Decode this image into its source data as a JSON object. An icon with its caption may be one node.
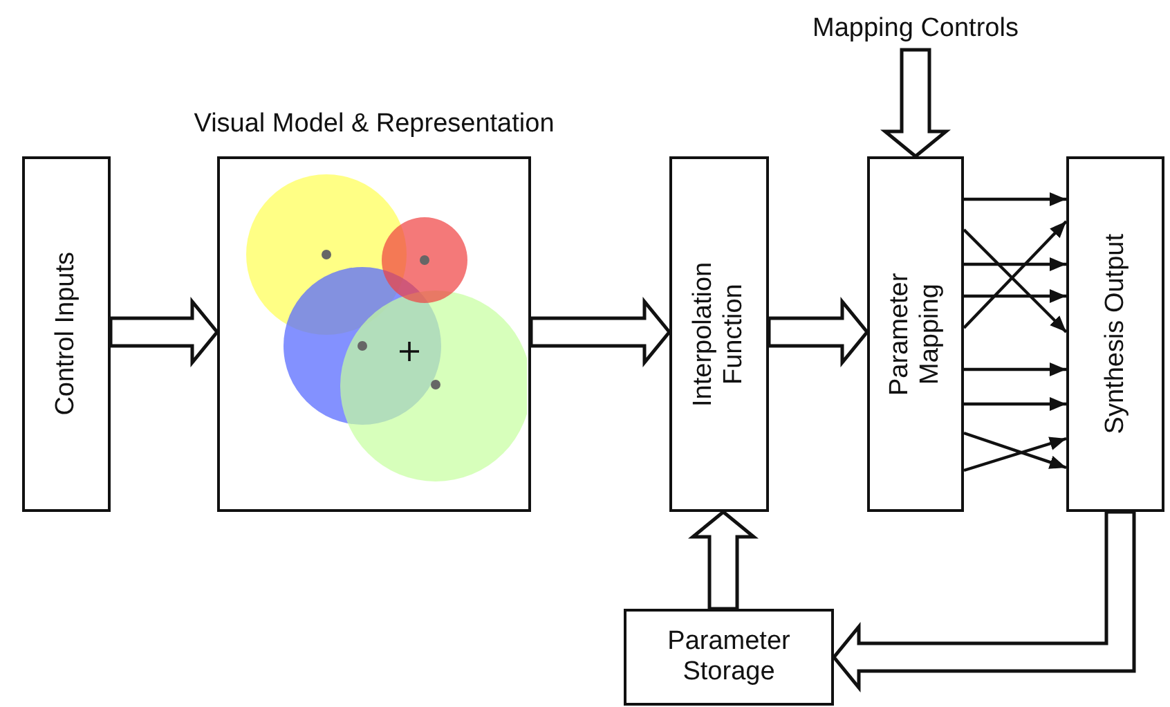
{
  "diagram": {
    "nodes": [
      {
        "text": [
          "Control Inputs"
        ]
      },
      {
        "text": [
          "Visual Model & Representation"
        ]
      },
      {
        "text": [
          "Interpolation Function"
        ]
      },
      {
        "text": [
          "Parameter Mapping"
        ]
      },
      {
        "text": [
          "Synthesis Output"
        ]
      },
      {
        "text": [
          "Parameter Storage"
        ]
      },
      {
        "text": [
          "Mapping Controls"
        ]
      }
    ],
    "edges": [
      {
        "from": 0,
        "to": 1,
        "arrow": "to"
      },
      {
        "from": 1,
        "to": 2,
        "arrow": "to"
      },
      {
        "from": 2,
        "to": 3,
        "arrow": "to"
      },
      {
        "from": 6,
        "to": 3,
        "arrow": "to"
      },
      {
        "from": 5,
        "to": 2,
        "arrow": "to"
      },
      {
        "from": 4,
        "to": 5,
        "arrow": "to"
      },
      {
        "from": 3,
        "to": 4,
        "arrow": "to"
      },
      {
        "from": 3,
        "to": 4,
        "arrow": "to"
      },
      {
        "from": 3,
        "to": 4,
        "arrow": "to"
      },
      {
        "from": 3,
        "to": 4,
        "arrow": "to"
      },
      {
        "from": 3,
        "to": 4,
        "arrow": "to"
      },
      {
        "from": 3,
        "to": 4,
        "arrow": "to"
      },
      {
        "from": 3,
        "to": 4,
        "arrow": "to"
      },
      {
        "from": 3,
        "to": 4,
        "arrow": "to"
      },
      {
        "from": 3,
        "to": 4,
        "arrow": "to"
      }
    ]
  }
}
